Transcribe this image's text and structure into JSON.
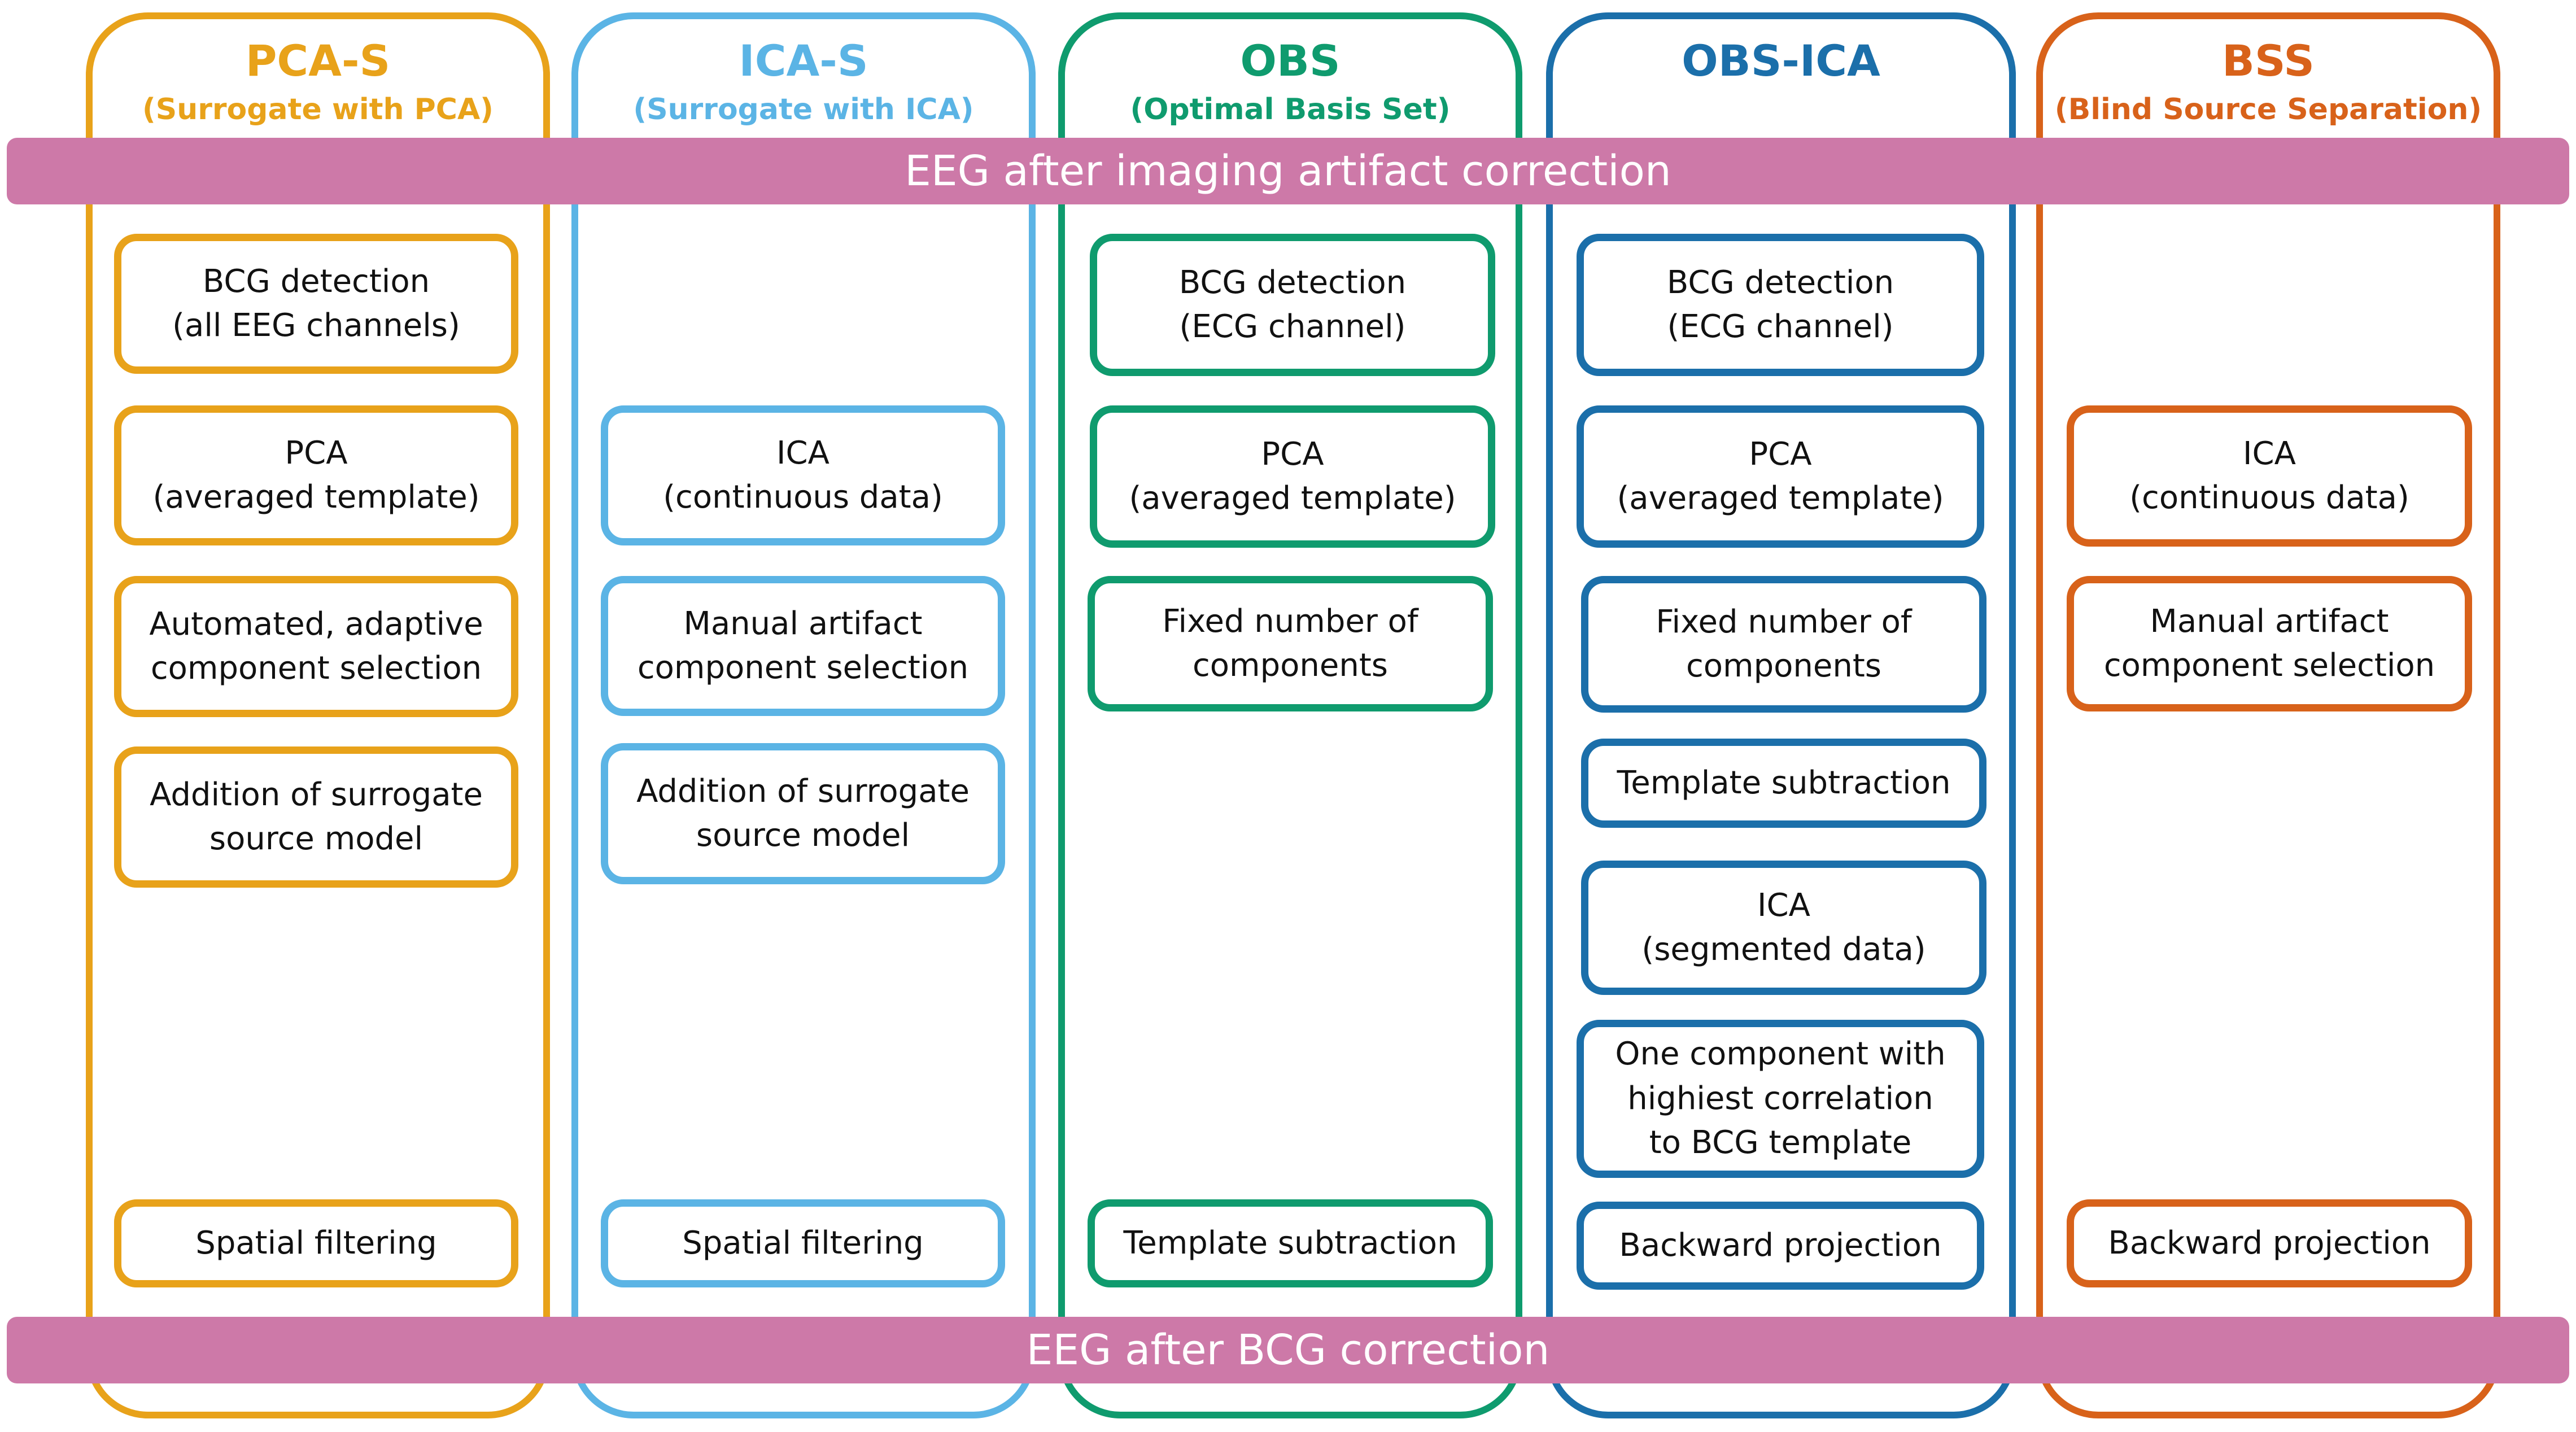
{
  "bands": {
    "top": "EEG after imaging artifact correction",
    "bottom": "EEG after BCG correction"
  },
  "columns": [
    {
      "title": "PCA-S",
      "subtitle": "(Surrogate with PCA)",
      "color": "#e8a21a",
      "steps": [
        {
          "lines": [
            "BCG detection",
            "(all EEG channels)"
          ]
        },
        {
          "lines": [
            "PCA",
            "(averaged template)"
          ]
        },
        {
          "lines": [
            "Automated, adaptive",
            "component selection"
          ]
        },
        {
          "lines": [
            "Addition of surrogate",
            "source model"
          ]
        },
        {
          "lines": [
            "Spatial filtering"
          ]
        }
      ]
    },
    {
      "title": "ICA-S",
      "subtitle": "(Surrogate with ICA)",
      "color": "#5bb4e5",
      "steps": [
        {
          "lines": [
            "ICA",
            "(continuous data)"
          ]
        },
        {
          "lines": [
            "Manual artifact",
            "component selection"
          ]
        },
        {
          "lines": [
            "Addition of surrogate",
            "source model"
          ]
        },
        {
          "lines": [
            "Spatial filtering"
          ]
        }
      ]
    },
    {
      "title": "OBS",
      "subtitle": "(Optimal Basis Set)",
      "color": "#0f9b6e",
      "steps": [
        {
          "lines": [
            "BCG detection",
            "(ECG channel)"
          ]
        },
        {
          "lines": [
            "PCA",
            "(averaged template)"
          ]
        },
        {
          "lines": [
            "Fixed number of",
            "components"
          ]
        },
        {
          "lines": [
            "Template subtraction"
          ]
        }
      ]
    },
    {
      "title": "OBS-ICA",
      "subtitle": "",
      "color": "#1b6faa",
      "steps": [
        {
          "lines": [
            "BCG detection",
            "(ECG channel)"
          ]
        },
        {
          "lines": [
            "PCA",
            "(averaged template)"
          ]
        },
        {
          "lines": [
            "Fixed number of",
            "components"
          ]
        },
        {
          "lines": [
            "Template subtraction"
          ]
        },
        {
          "lines": [
            "ICA",
            "(segmented data)"
          ]
        },
        {
          "lines": [
            "One component with",
            "highiest correlation",
            "to BCG template"
          ]
        },
        {
          "lines": [
            "Backward projection"
          ]
        }
      ]
    },
    {
      "title": "BSS",
      "subtitle": "(Blind Source Separation)",
      "color": "#d8621a",
      "steps": [
        {
          "lines": [
            "ICA",
            "(continuous data)"
          ]
        },
        {
          "lines": [
            "Manual artifact",
            "component selection"
          ]
        },
        {
          "lines": [
            "Backward projection"
          ]
        }
      ]
    }
  ]
}
